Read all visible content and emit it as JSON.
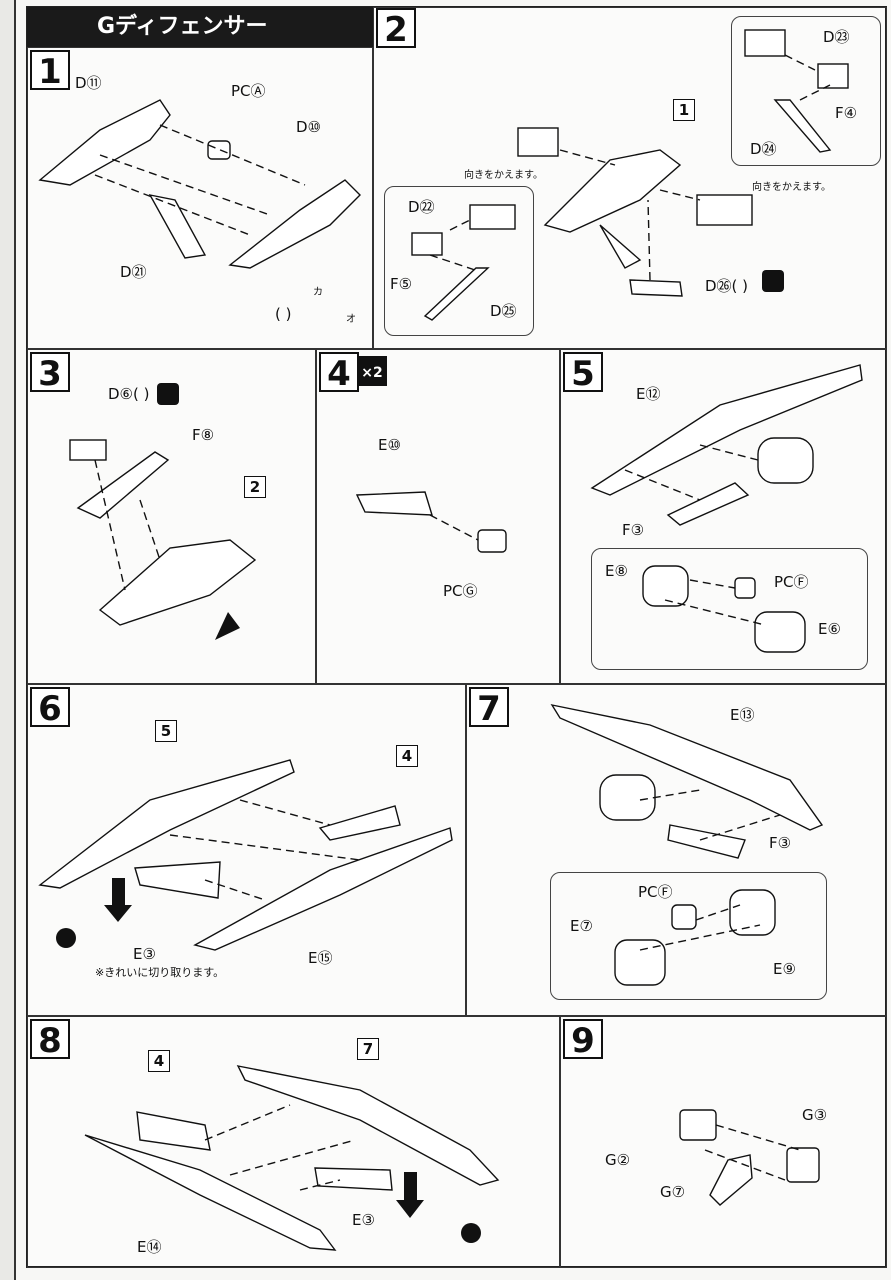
{
  "title": "Gディフェンサー",
  "steps": {
    "s1": "1",
    "s2": "2",
    "s3": "3",
    "s4": "4",
    "s4_badge": "×2",
    "s5": "5",
    "s6": "6",
    "s7": "7",
    "s8": "8",
    "s9": "9"
  },
  "refs": {
    "r1": "1",
    "r2": "2",
    "r4": "4",
    "r5": "5",
    "r7": "7"
  },
  "labels": {
    "step1": {
      "d11": "D⑪",
      "pca": "PCⒶ",
      "d10": "D⑩",
      "d21": "D㉑",
      "ka": "カ",
      "o": "オ",
      "paren": "(                  )"
    },
    "step2": {
      "d23": "D㉓",
      "f4": "F④",
      "d24": "D㉔",
      "d22": "D㉒",
      "f5": "F⑤",
      "d25": "D㉕",
      "d26": "D㉖(   )",
      "muki1": "向きをかえます。",
      "muki2": "向きをかえます。"
    },
    "step3": {
      "d6": "D⑥(   )",
      "f8": "F⑧"
    },
    "step4": {
      "e10": "E⑩",
      "pcg": "PCⒼ"
    },
    "step5": {
      "e12": "E⑫",
      "f3": "F③",
      "e8": "E⑧",
      "pcf": "PCⒻ",
      "e6": "E⑥"
    },
    "step6": {
      "e3": "E③",
      "e15": "E⑮",
      "note": "※きれいに切り取ります。"
    },
    "step7": {
      "e13": "E⑬",
      "f3": "F③",
      "pcf": "PCⒻ",
      "e7": "E⑦",
      "e9": "E⑨"
    },
    "step8": {
      "e14": "E⑭",
      "e3": "E③"
    },
    "step9": {
      "g3": "G③",
      "g2": "G②",
      "g7": "G⑦"
    }
  }
}
